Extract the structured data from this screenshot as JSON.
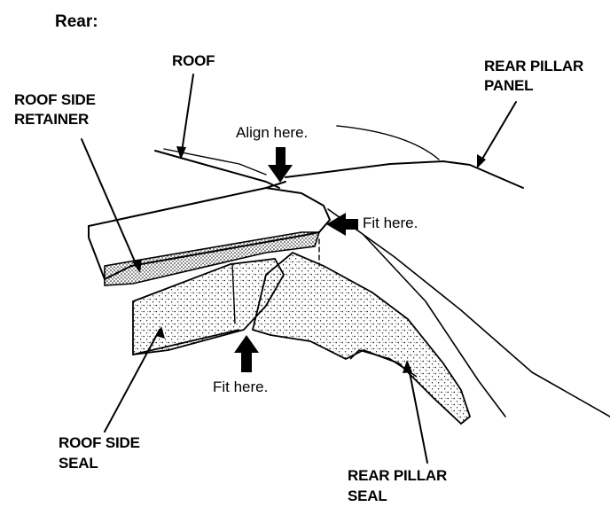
{
  "title": "Rear:",
  "labels": {
    "roof": "ROOF",
    "rear_pillar_panel_1": "REAR PILLAR",
    "rear_pillar_panel_2": "PANEL",
    "roof_side_retainer_1": "ROOF SIDE",
    "roof_side_retainer_2": "RETAINER",
    "align_here": "Align here.",
    "fit_here_right": "Fit here.",
    "fit_here_bottom": "Fit here.",
    "roof_side_seal_1": "ROOF SIDE",
    "roof_side_seal_2": "SEAL",
    "rear_pillar_seal_1": "REAR PILLAR",
    "rear_pillar_seal_2": "SEAL"
  },
  "colors": {
    "ink": "#000000",
    "paper": "#ffffff"
  }
}
